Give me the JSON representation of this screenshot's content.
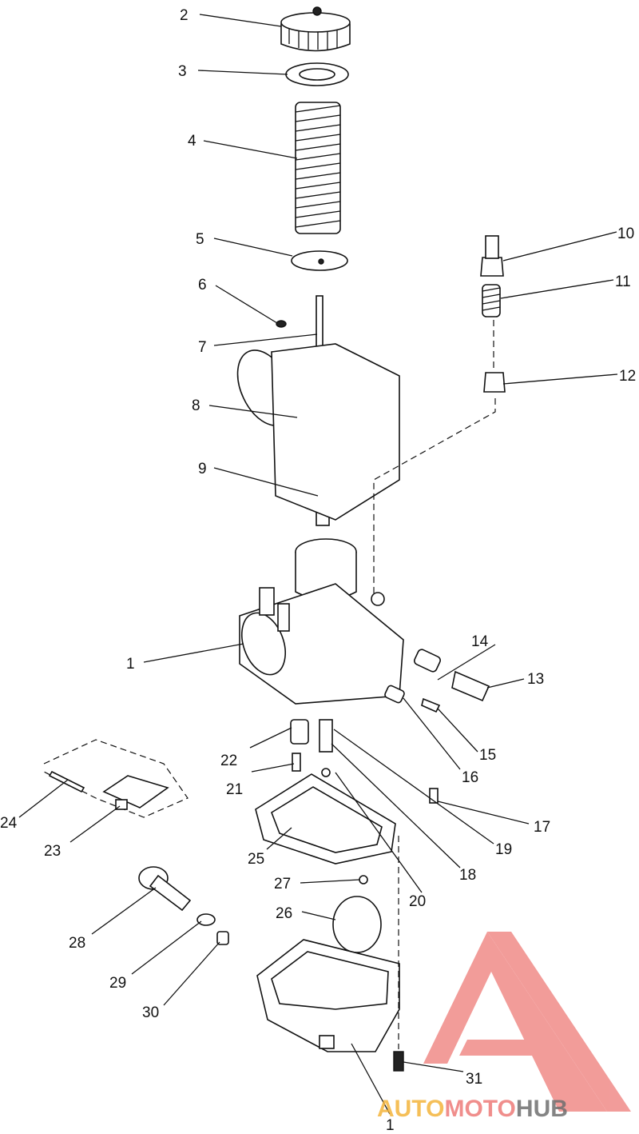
{
  "callouts": [
    {
      "id": "c2",
      "label": "2"
    },
    {
      "id": "c3",
      "label": "3"
    },
    {
      "id": "c4",
      "label": "4"
    },
    {
      "id": "c5",
      "label": "5"
    },
    {
      "id": "c6",
      "label": "6"
    },
    {
      "id": "c7",
      "label": "7"
    },
    {
      "id": "c8",
      "label": "8"
    },
    {
      "id": "c9",
      "label": "9"
    },
    {
      "id": "c10",
      "label": "10"
    },
    {
      "id": "c11",
      "label": "11"
    },
    {
      "id": "c12",
      "label": "12"
    },
    {
      "id": "c1a",
      "label": "1"
    },
    {
      "id": "c14",
      "label": "14"
    },
    {
      "id": "c13",
      "label": "13"
    },
    {
      "id": "c15",
      "label": "15"
    },
    {
      "id": "c16",
      "label": "16"
    },
    {
      "id": "c17",
      "label": "17"
    },
    {
      "id": "c22",
      "label": "22"
    },
    {
      "id": "c21",
      "label": "21"
    },
    {
      "id": "c24",
      "label": "24"
    },
    {
      "id": "c23",
      "label": "23"
    },
    {
      "id": "c25",
      "label": "25"
    },
    {
      "id": "c19",
      "label": "19"
    },
    {
      "id": "c18",
      "label": "18"
    },
    {
      "id": "c20",
      "label": "20"
    },
    {
      "id": "c27",
      "label": "27"
    },
    {
      "id": "c26",
      "label": "26"
    },
    {
      "id": "c28",
      "label": "28"
    },
    {
      "id": "c29",
      "label": "29"
    },
    {
      "id": "c30",
      "label": "30"
    },
    {
      "id": "c31",
      "label": "31"
    },
    {
      "id": "c1b",
      "label": "1"
    }
  ],
  "watermark": {
    "part1": "AUTO",
    "part2": "MOTO",
    "part3": "HUB",
    "color_triangle": "#ee7b78",
    "color_auto": "#f4b43c",
    "color_moto": "#ee7b78",
    "color_hub": "#6f6f6f"
  }
}
